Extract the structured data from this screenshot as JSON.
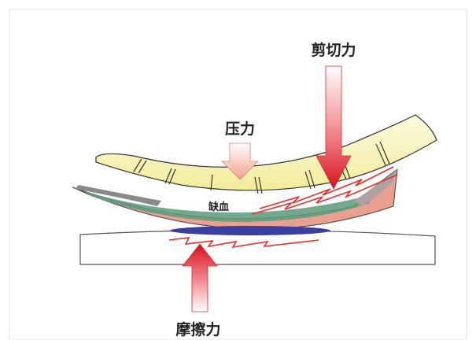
{
  "labels": {
    "shear": "剪切力",
    "pressure": "压力",
    "ischemia": "缺血",
    "friction": "摩擦力"
  },
  "colors": {
    "bone": "#f7f2b8",
    "arrow_red": "#e0202a",
    "blue_band": "#3a3fa0",
    "skin_pink": "#e8a090",
    "skin_green": "#5a9a7a"
  }
}
